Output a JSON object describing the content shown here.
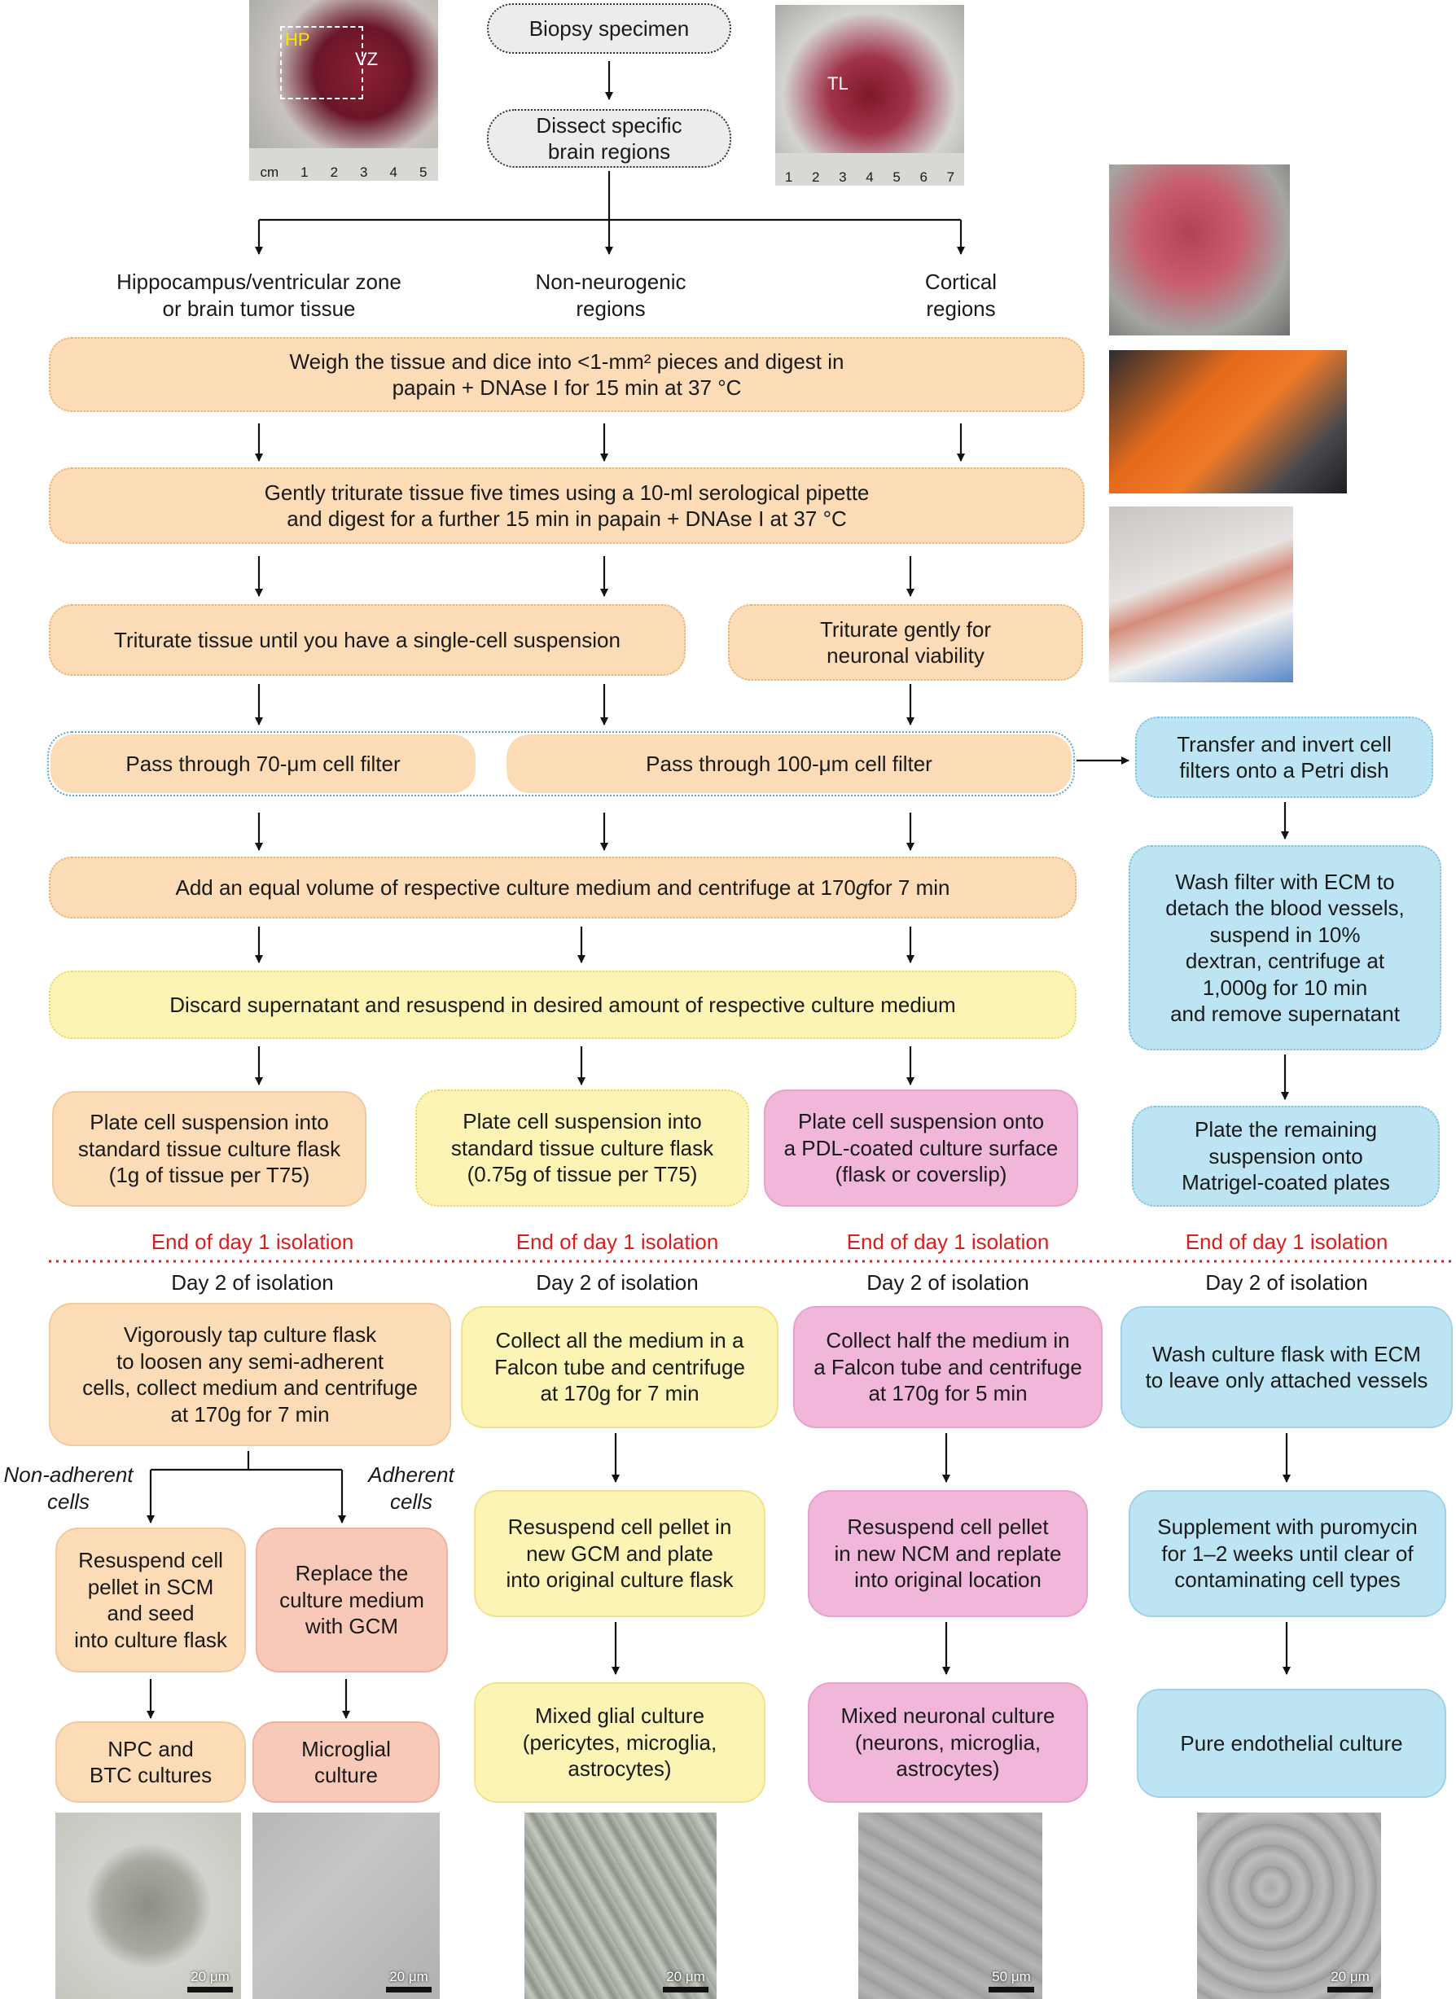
{
  "start": {
    "biopsy": "Biopsy specimen",
    "dissect": "Dissect specific\nbrain regions"
  },
  "photos": {
    "left_labels": [
      "HP",
      "VZ"
    ],
    "left_ruler": [
      "cm",
      "1",
      "2",
      "3",
      "4",
      "5"
    ],
    "right_label": "TL",
    "right_ruler": [
      "1",
      "2",
      "3",
      "4",
      "5",
      "6",
      "7"
    ]
  },
  "regions": [
    "Hippocampus/ventricular zone\nor brain tumor tissue",
    "Non-neurogenic\nregions",
    "Cortical\nregions"
  ],
  "steps": {
    "weigh": "Weigh the tissue and dice into <1-mm² pieces and digest in\npapain + DNAse I for 15 min at 37 °C",
    "gently": "Gently triturate tissue five times using a 10-ml serological pipette\nand digest for a further 15 min in papain + DNAse I at 37 °C",
    "triturate_single": "Triturate tissue until you have a single-cell suspension",
    "triturate_gentle": "Triturate gently for\nneuronal viability",
    "filter70": "Pass through 70-μm cell filter",
    "filter100": "Pass through 100-μm cell filter",
    "transfer": "Transfer and invert cell\nfilters onto a Petri dish",
    "add_equal_pre": "Add an equal volume of respective culture medium and centrifuge at 170",
    "add_equal_g": "g",
    "add_equal_post": " for 7 min",
    "wash_filter": "Wash filter with ECM to\ndetach the blood vessels,\nsuspend in 10%\ndextran, centrifuge at\n1,000g for 10 min\nand remove supernatant",
    "discard": "Discard supernatant and resuspend in desired amount of respective culture medium",
    "plate1": "Plate cell suspension into\nstandard tissue culture flask\n(1g of tissue per T75)",
    "plate2": "Plate cell suspension into\nstandard tissue culture flask\n(0.75g of tissue per T75)",
    "plate3": "Plate cell suspension onto\na PDL-coated culture surface\n(flask or coverslip)",
    "plate4": "Plate the remaining\nsuspension onto\nMatrigel-coated plates"
  },
  "end_label": "End of day 1 isolation",
  "day2_label": "Day 2 of isolation",
  "day2": {
    "c1_top": "Vigorously tap culture flask\nto loosen any semi-adherent\ncells, collect medium and centrifuge\nat 170g for 7 min",
    "non_adherent": "Non-adherent\ncells",
    "adherent": "Adherent\ncells",
    "c1a_mid": "Resuspend cell\npellet in SCM\nand seed\ninto culture flask",
    "c1b_mid": "Replace the\nculture medium\nwith GCM",
    "c1a_out": "NPC and\nBTC cultures",
    "c1b_out": "Microglial\nculture",
    "c2_top": "Collect all the medium in a\nFalcon tube and centrifuge\nat 170g for 7 min",
    "c2_mid": "Resuspend cell pellet in\nnew GCM and plate\ninto original culture flask",
    "c2_out": "Mixed glial culture\n(pericytes, microglia,\nastrocytes)",
    "c3_top": "Collect half the medium in\na Falcon tube and centrifuge\nat 170g for 5 min",
    "c3_mid": "Resuspend cell pellet\nin new NCM and replate\ninto original location",
    "c3_out": "Mixed neuronal culture\n(neurons, microglia,\nastrocytes)",
    "c4_top": "Wash culture flask with ECM\nto leave only attached vessels",
    "c4_mid": "Supplement with puromycin\nfor 1–2 weeks until clear of\ncontaminating cell types",
    "c4_out": "Pure endothelial culture"
  },
  "scale_bars": [
    "20 μm",
    "20 μm",
    "20 μm",
    "50 μm",
    "20 μm"
  ],
  "colors": {
    "orange": "#fbdcb6",
    "yellow": "#fbf4b4",
    "pink": "#f0b7da",
    "blue": "#bde4f3",
    "salmon": "#f8c9b8",
    "end_red": "#d81e1e"
  }
}
